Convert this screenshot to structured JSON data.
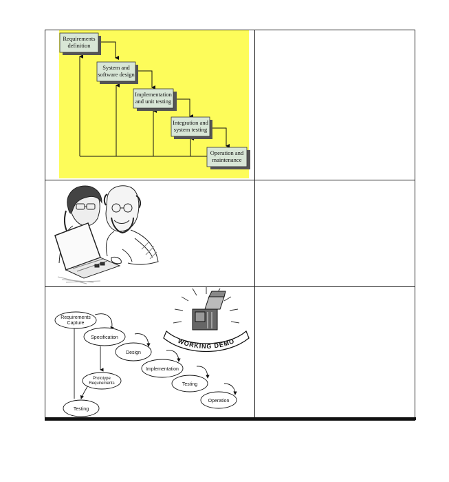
{
  "waterfall": {
    "stages": [
      {
        "line1": "Requirements",
        "line2": "definition"
      },
      {
        "line1": "System and",
        "line2": "software design"
      },
      {
        "line1": "Implementation",
        "line2": "and unit testing"
      },
      {
        "line1": "Integration and",
        "line2": "system testing"
      },
      {
        "line1": "Operation and",
        "line2": "maintenance"
      }
    ],
    "background_color": "#fdfc5a",
    "box_color": "#d8e6d6"
  },
  "prototype": {
    "nodes": {
      "req_line1": "Requirements",
      "req_line2": "Capture",
      "spec": "Specification",
      "design": "Design",
      "impl": "Implementation",
      "testing": "Testing",
      "operation": "Operation",
      "proto_line1": "Prototype",
      "proto_line2": "Requirements",
      "proto_testing": "Testing"
    },
    "badge_text": "WORKING DEMO"
  },
  "icons": {
    "people": "two-people-at-laptop-illustration",
    "demo": "working-demo-machine-badge"
  }
}
